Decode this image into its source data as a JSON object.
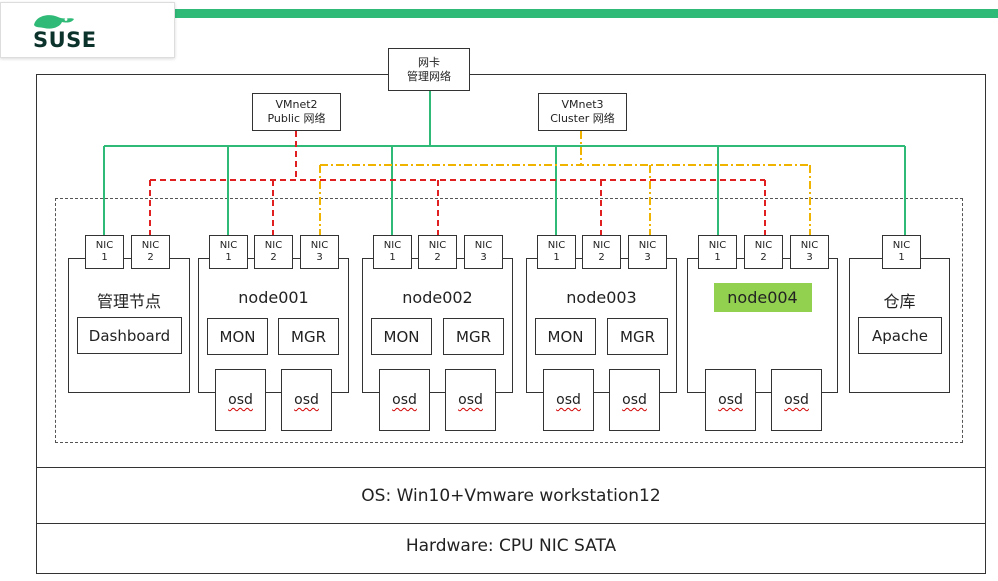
{
  "logo": {
    "text": "SUSE"
  },
  "colors": {
    "accent_green": "#30ba78",
    "node_highlight": "#92d050",
    "public_net": "#e02020",
    "cluster_net": "#f0b400"
  },
  "networks": {
    "management": {
      "line1": "网卡",
      "line2": "管理网络"
    },
    "public": {
      "line1": "VMnet2",
      "line2": "Public 网络"
    },
    "cluster": {
      "line1": "VMnet3",
      "line2": "Cluster 网络"
    }
  },
  "nic_label": "NIC",
  "nodes": [
    {
      "title": "管理节点",
      "nics": [
        "1",
        "2"
      ],
      "services": [
        "Dashboard"
      ],
      "osds": []
    },
    {
      "title": "node001",
      "nics": [
        "1",
        "2",
        "3"
      ],
      "services": [
        "MON",
        "MGR"
      ],
      "osds": [
        "osd",
        "osd"
      ]
    },
    {
      "title": "node002",
      "nics": [
        "1",
        "2",
        "3"
      ],
      "services": [
        "MON",
        "MGR"
      ],
      "osds": [
        "osd",
        "osd"
      ]
    },
    {
      "title": "node003",
      "nics": [
        "1",
        "2",
        "3"
      ],
      "services": [
        "MON",
        "MGR"
      ],
      "osds": [
        "osd",
        "osd"
      ]
    },
    {
      "title": "node004",
      "nics": [
        "1",
        "2",
        "3"
      ],
      "services": [],
      "osds": [
        "osd",
        "osd"
      ]
    },
    {
      "title": "仓库",
      "nics": [
        "1"
      ],
      "services": [
        "Apache"
      ],
      "osds": []
    }
  ],
  "footer": {
    "os": "OS: Win10+Vmware workstation12",
    "hardware": "Hardware: CPU NIC SATA"
  }
}
